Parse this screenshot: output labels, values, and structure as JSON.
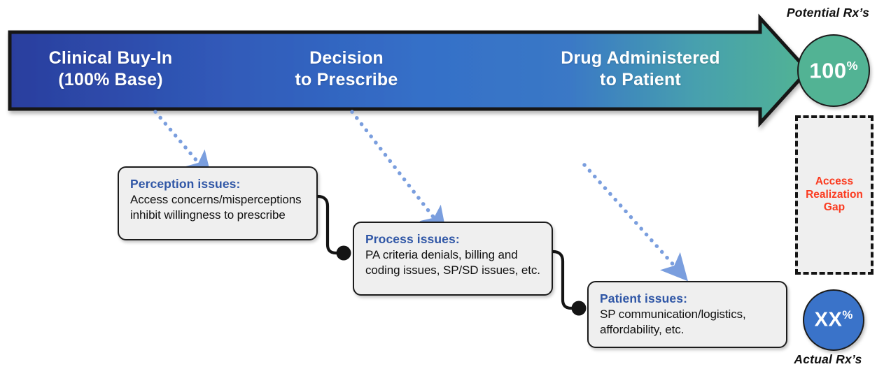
{
  "diagram": {
    "title_colors": {
      "arrow_gradient_start": "#2b3e9e",
      "arrow_gradient_mid": "#3570c8",
      "arrow_gradient_end": "#52b394",
      "callout_title": "#2f56a6",
      "gap_text": "#fb3a1f",
      "potential_circle": "#52b394",
      "actual_circle": "#3a73c9",
      "dotted_arrow": "#7a9ede",
      "outline": "#1c1c1c"
    },
    "arrow_stages": [
      {
        "label": "Clinical Buy-In\n(100% Base)"
      },
      {
        "label": "Decision\nto Prescribe"
      },
      {
        "label": "Drug Administered\nto Patient"
      }
    ],
    "callouts": [
      {
        "title": "Perception issues:",
        "body": "Access concerns/misperceptions\ninhibit willingness to prescribe"
      },
      {
        "title": "Process issues:",
        "body": "PA criteria denials, billing and\ncoding issues, SP/SD issues, etc."
      },
      {
        "title": "Patient issues:",
        "body": "SP communication/logistics,\naffordability, etc."
      }
    ],
    "rail": {
      "top_label": "Potential Rx’s",
      "bottom_label": "Actual Rx’s",
      "potential_value": "100",
      "potential_unit": "%",
      "actual_value": "XX",
      "actual_unit": "%",
      "gap_text": "Access\nRealization\nGap"
    }
  }
}
